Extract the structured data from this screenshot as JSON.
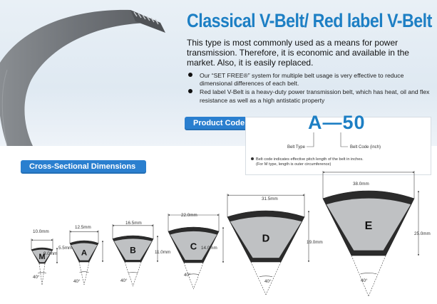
{
  "header": {
    "title": "Classical V-Belt/ Red label V-Belt",
    "intro": "This type is most commonly used as a means for power transmission. Therefore, it is economic and available in the market. Also, it is easily replaced."
  },
  "features": [
    "Our “SET FREE®” system for multiple belt usage is very effective to reduce dimensional differences of each belt.",
    "Red label V-Belt is a heavy-duty power transmission belt, which has heat, oil and flex resistance as well as a high antistatic property"
  ],
  "product_code": {
    "label": "Product Code",
    "example": "A—50",
    "belt_type_label": "Belt Type",
    "belt_code_label": "Belt Code (inch)",
    "note_line1": "Belt code indicates effective pitch length of the belt in inches.",
    "note_line2": "(For M type, length is outer circumference)"
  },
  "cross_section": {
    "label": "Cross-Sectional Dimensions",
    "sections": [
      {
        "type": "M",
        "width": "10.0mm",
        "height": "5.5mm",
        "angle": "40°"
      },
      {
        "type": "A",
        "width": "12.5mm",
        "height": "9.0mm",
        "angle": "40°"
      },
      {
        "type": "B",
        "width": "16.5mm",
        "height": "11.0mm",
        "angle": "40°"
      },
      {
        "type": "C",
        "width": "22.0mm",
        "height": "14.0mm",
        "angle": "40°"
      },
      {
        "type": "D",
        "width": "31.5mm",
        "height": "19.0mm",
        "angle": "40°"
      },
      {
        "type": "E",
        "width": "38.0mm",
        "height": "25.0mm",
        "angle": "40°"
      }
    ]
  },
  "colors": {
    "accent": "#1d7fc4",
    "pill": "#2a7fcf",
    "belt": "#6f7378",
    "section_fill": "#bfc1c3"
  }
}
